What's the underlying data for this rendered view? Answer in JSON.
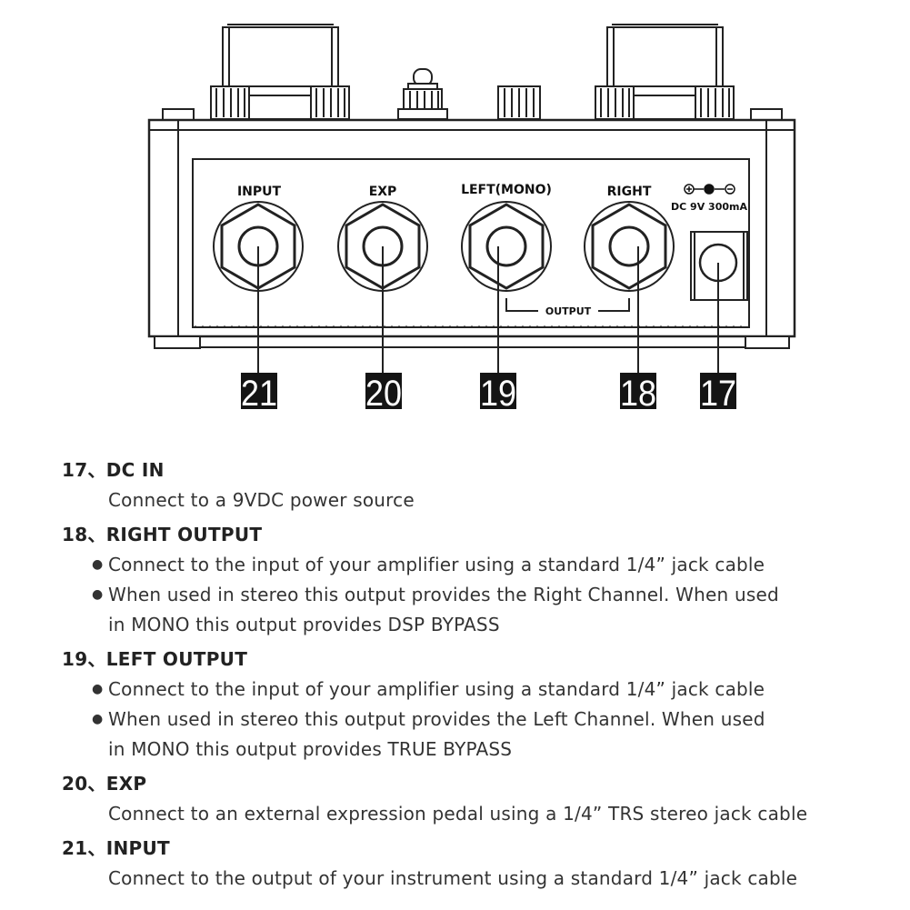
{
  "diagram": {
    "jack_labels": {
      "input": "INPUT",
      "exp": "EXP",
      "left": "LEFT(MONO)",
      "right": "RIGHT"
    },
    "power_label": "DC 9V 300mA",
    "output_bracket_label": "OUTPUT",
    "callouts": [
      "21",
      "20",
      "19",
      "18",
      "17"
    ]
  },
  "items": [
    {
      "head": "17、DC IN",
      "lines": [
        "Connect to a 9VDC power source"
      ],
      "bullets": []
    },
    {
      "head": "18、RIGHT OUTPUT",
      "lines": [],
      "bullets": [
        [
          "Connect to the input of your amplifier using a standard 1/4” jack cable"
        ],
        [
          "When used in stereo this output provides the Right Channel. When used",
          "in MONO this output provides DSP BYPASS"
        ]
      ]
    },
    {
      "head": "19、LEFT OUTPUT",
      "lines": [],
      "bullets": [
        [
          "Connect to the input of your amplifier using a standard 1/4” jack cable"
        ],
        [
          "When used in stereo this output provides the Left Channel. When used",
          "in MONO this  output provides TRUE BYPASS"
        ]
      ]
    },
    {
      "head": "20、EXP",
      "lines": [
        "Connect to an external expression pedal using a 1/4” TRS stereo jack cable"
      ],
      "bullets": []
    },
    {
      "head": "21、INPUT",
      "lines": [
        "Connect to the output of your instrument using a standard 1/4” jack cable"
      ],
      "bullets": []
    }
  ]
}
